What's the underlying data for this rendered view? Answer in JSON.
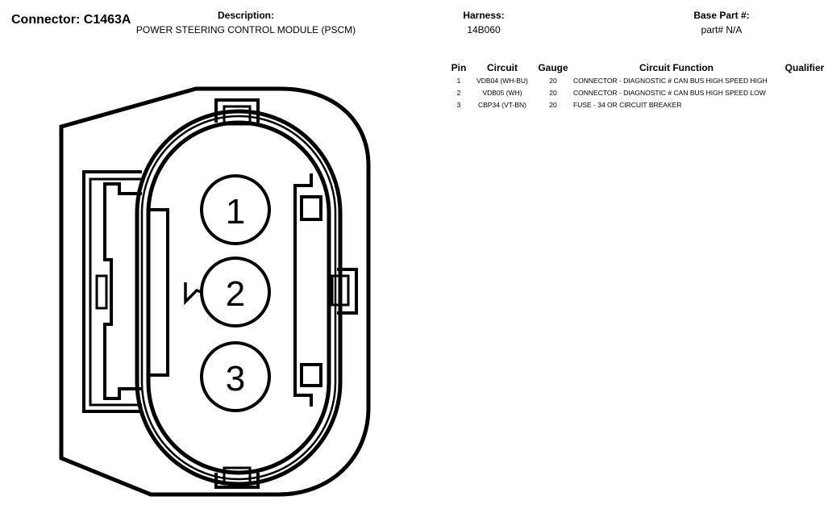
{
  "connector": {
    "title": "Connector: C1463A"
  },
  "description": {
    "label": "Description:",
    "value": "POWER STEERING CONTROL MODULE (PSCM)"
  },
  "harness": {
    "label": "Harness:",
    "value": "14B060"
  },
  "base_part": {
    "label": "Base Part #:",
    "value": "part# N/A"
  },
  "pin_table": {
    "headers": {
      "pin": "Pin",
      "circuit": "Circuit",
      "gauge": "Gauge",
      "function": "Circuit Function",
      "qualifier": "Qualifier"
    },
    "rows": [
      {
        "pin": "1",
        "circuit": "VDB04 (WH-BU)",
        "gauge": "20",
        "function": "CONNECTOR - DIAGNOSTIC # CAN BUS HIGH SPEED HIGH",
        "qualifier": ""
      },
      {
        "pin": "2",
        "circuit": "VDB05 (WH)",
        "gauge": "20",
        "function": "CONNECTOR - DIAGNOSTIC # CAN BUS HIGH SPEED LOW",
        "qualifier": ""
      },
      {
        "pin": "3",
        "circuit": "CBP34 (VT-BN)",
        "gauge": "20",
        "function": "FUSE - 34 OR CIRCUIT BREAKER",
        "qualifier": ""
      }
    ]
  },
  "diagram": {
    "pin_labels": [
      "1",
      "2",
      "3"
    ]
  }
}
